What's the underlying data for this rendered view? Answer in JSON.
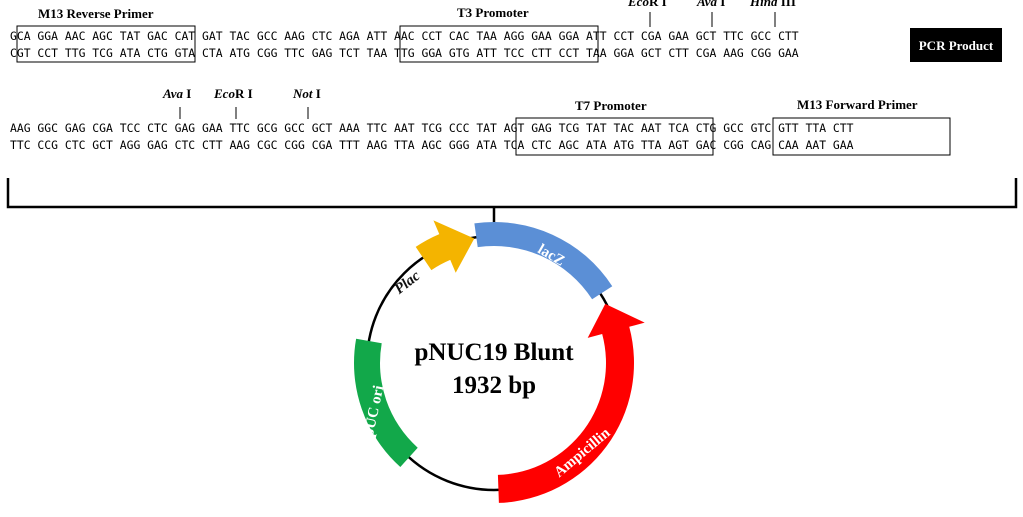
{
  "figure": {
    "plasmid_name": "pNUC19 Blunt",
    "plasmid_size": "1932 bp",
    "pcr_label": "PCR Product"
  },
  "sequence": {
    "row1_top": "GCA GGA AAC AGC TAT GAC CAT GAT TAC GCC AAG CTC AGA ATT AAC CCT CAC TAA AGG GAA GGA ATT CCT CGA GAA GCT TTC GCC CTT",
    "row1_bottom": "CGT CCT TTG TCG ATA CTG GTA CTA ATG CGG TTC GAG TCT TAA TTG GGA GTG ATT TCC CTT CCT TAA GGA GCT CTT CGA AAG CGG GAA",
    "row2_top": "AAG GGC GAG CGA TCC CTC GAG GAA TTC GCG GCC GCT AAA TTC AAT TCG CCC TAT AGT GAG TCG TAT TAC AAT TCA CTG GCC GTC GTT TTA CTT",
    "row2_bottom": "TTC CCG CTC GCT AGG GAG CTC CTT AAG CGC CGG CGA TTT AAG TTA AGC GGG ATA TCA CTC AGC ATA ATG TTA AGT GAC CGG CAG CAA AAT GAA"
  },
  "features_row1": [
    {
      "label": "M13 Reverse Primer"
    },
    {
      "label": "T3 Promoter"
    }
  ],
  "features_row2": [
    {
      "label": "T7 Promoter"
    },
    {
      "label": "M13 Forward Primer"
    }
  ],
  "sites_row1": [
    {
      "italic": "Eco",
      "rest": "R I"
    },
    {
      "italic": "Ava",
      "rest": " I"
    },
    {
      "italic": "Hind",
      "rest": " III"
    }
  ],
  "sites_row2": [
    {
      "italic": "Ava",
      "rest": " I"
    },
    {
      "italic": "Eco",
      "rest": "R I"
    },
    {
      "italic": "Not",
      "rest": " I"
    }
  ],
  "map_features": [
    {
      "label": "lacZ",
      "color": "#5b8fd6"
    },
    {
      "label": "Plac",
      "color": "#f4b400"
    },
    {
      "label": "Ampicillin",
      "color": "#ff0000"
    },
    {
      "label": "pUC ori",
      "color": "#12a84a"
    }
  ]
}
